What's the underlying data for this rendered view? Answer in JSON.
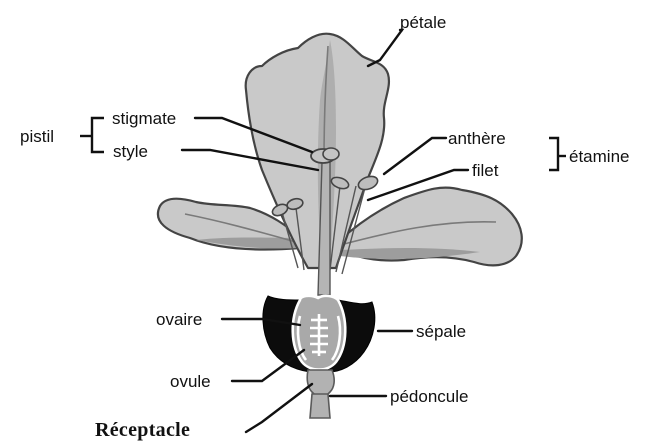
{
  "labels": {
    "petale": "pétale",
    "pistil": "pistil",
    "stigmate": "stigmate",
    "style": "style",
    "anthere": "anthère",
    "filet": "filet",
    "etamine": "étamine",
    "ovaire": "ovaire",
    "sepale": "sépale",
    "ovule": "ovule",
    "pedoncule": "pédoncule",
    "receptacle": "Réceptacle"
  },
  "colors": {
    "petal": "#c9c9c9",
    "sepal": "#0c0c0c",
    "ink": "#111111"
  }
}
